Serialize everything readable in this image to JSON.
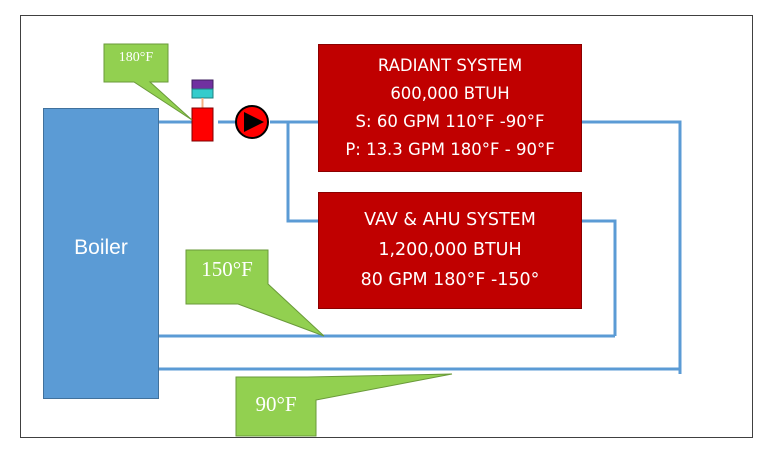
{
  "boiler": {
    "label": "Boiler"
  },
  "radiant_system": {
    "lines": [
      "RADIANT SYSTEM",
      "600,000 BTUH",
      "S: 60 GPM 110°F -90°F",
      "P: 13.3 GPM 180°F - 90°F"
    ]
  },
  "vav_system": {
    "lines": [
      "VAV & AHU SYSTEM",
      "1,200,000 BTUH",
      "80 GPM 180°F -150°"
    ]
  },
  "callouts": {
    "supply_temp": "180°F",
    "vav_return_temp": "150°F",
    "radiant_return_temp": "90°F"
  },
  "colors": {
    "pipe": "#5b9bd5",
    "boiler": "#5b9bd5",
    "system_box": "#c00000",
    "callout": "#92d050",
    "pump": "#ff0000"
  }
}
